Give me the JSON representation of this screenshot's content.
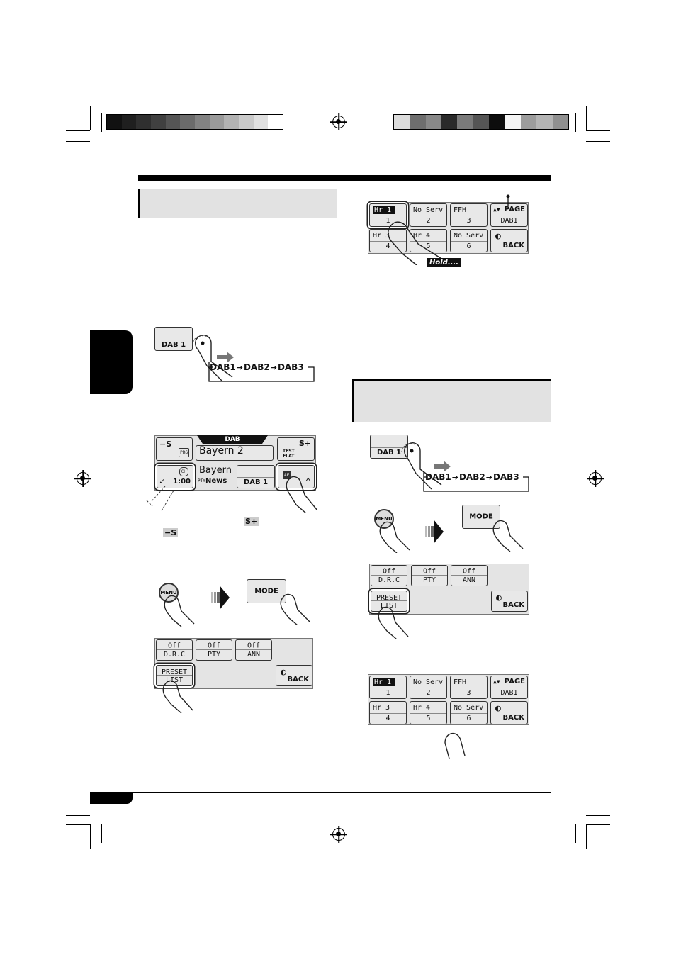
{
  "colors": {
    "ink": "#000000",
    "panel_gray": "#e2e2e2",
    "bar_left": [
      "#111111",
      "#1f1f1f",
      "#2f2f2f",
      "#404040",
      "#555555",
      "#6b6b6b",
      "#828282",
      "#9a9a9a",
      "#b2b2b2",
      "#cacaca",
      "#e0e0e0",
      "#ffffff"
    ],
    "bar_right": [
      "#dcdcdc",
      "#6e6e6e",
      "#888888",
      "#2a2a2a",
      "#7a7a7a",
      "#555555",
      "#0d0d0d",
      "#f4f4f4",
      "#9c9c9c",
      "#b4b4b4",
      "#909090"
    ]
  },
  "step_sequence": [
    "DAB1",
    "DAB2",
    "DAB3"
  ],
  "band_button": {
    "label": "DAB 1"
  },
  "tuner_screen": {
    "header": "DAB",
    "seek_minus": "−S",
    "prg": "PRG",
    "service": "Bayern 2",
    "test_flat_line1": "TEST",
    "test_flat_line2": "FLAT",
    "seek_plus": "S+",
    "ch": "CH",
    "time": "1:00",
    "ensemble": "Bayern",
    "pty_tag": "PTY",
    "pty": "News",
    "band": "DAB 1",
    "af": "AF"
  },
  "seek_keys": {
    "plus": "S+",
    "minus": "−S"
  },
  "menu": {
    "menu_knob": "MENU",
    "mode_button": "MODE"
  },
  "mode_menu": {
    "drc": {
      "value": "Off",
      "label": "D.R.C"
    },
    "pty": {
      "value": "Off",
      "label": "PTY"
    },
    "ann": {
      "value": "Off",
      "label": "ANN"
    },
    "preset_line1": "PRESET",
    "preset_line2": "LIST",
    "back": "BACK"
  },
  "preset_list": {
    "items": [
      {
        "name": "Hr 1",
        "num": "1"
      },
      {
        "name": "No Serv",
        "num": "2"
      },
      {
        "name": "FFH",
        "num": "3"
      },
      {
        "name": "Hr 3",
        "num": "4"
      },
      {
        "name": "Hr 4",
        "num": "5"
      },
      {
        "name": "No Serv",
        "num": "6"
      }
    ],
    "page": "PAGE",
    "band": "DAB1",
    "back": "BACK",
    "hold": "Hold...."
  }
}
